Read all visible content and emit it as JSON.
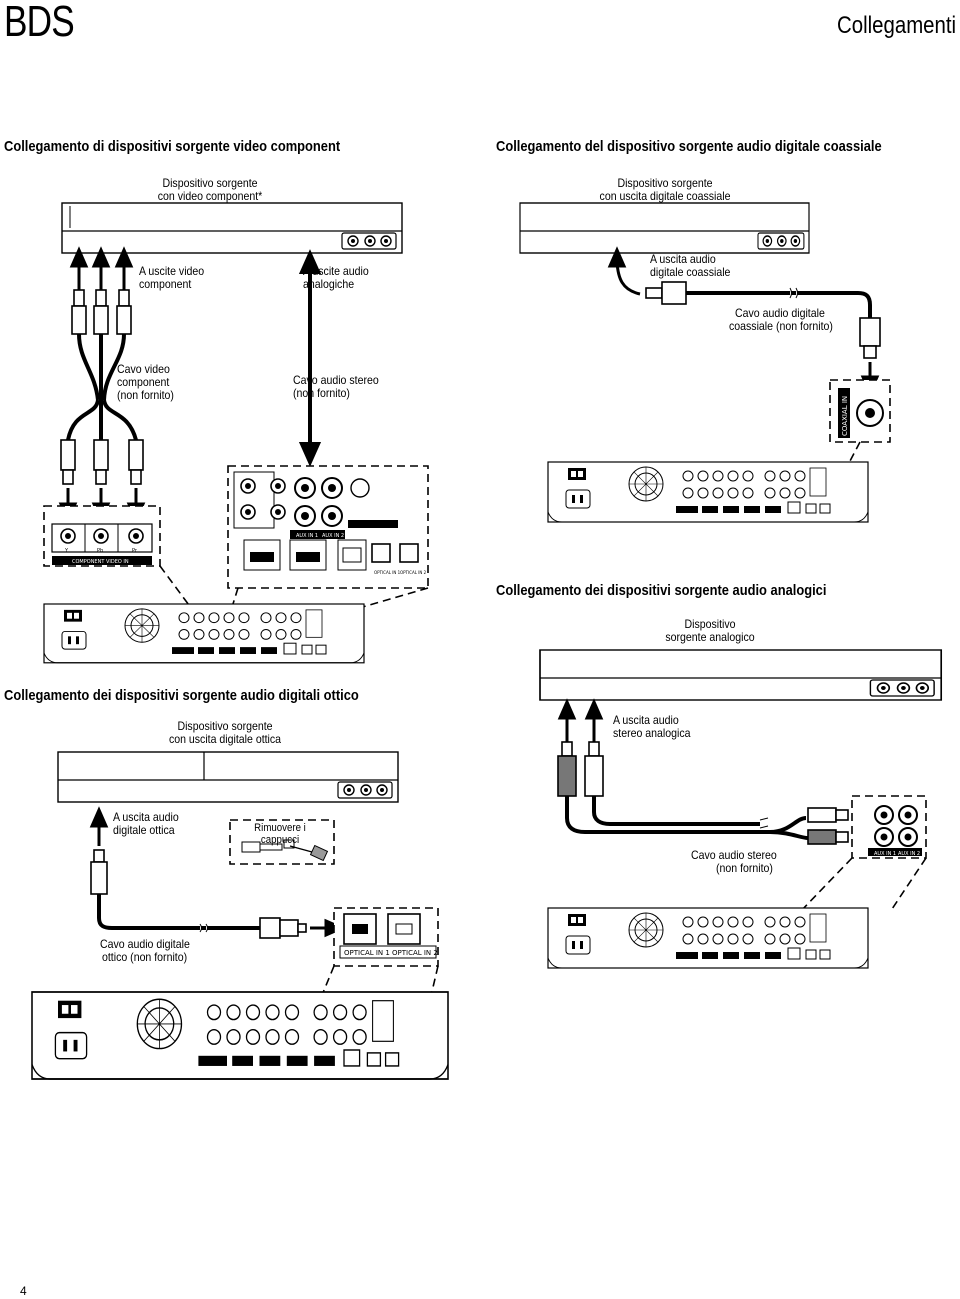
{
  "header": {
    "brand": "BDS",
    "title": "Collegamenti"
  },
  "sections": {
    "component": {
      "title": "Collegamento di dispositivi sorgente video component",
      "source_label_1": "Dispositivo sorgente",
      "source_label_2": "con video component*",
      "outputs_video_1": "A uscite video",
      "outputs_video_2": "component",
      "outputs_audio_1": "A uscite audio",
      "outputs_audio_2": "analogiche",
      "cable_video_1": "Cavo video",
      "cable_video_2": "component",
      "cable_video_3": "(non fornito)",
      "cable_audio_1": "Cavo audio stereo",
      "cable_audio_2": "(non fornito)",
      "panel_y": "Y",
      "panel_pb": "Pb",
      "panel_pr": "Pr",
      "panel_label": "COMPONENT VIDEO IN",
      "aux_in_1": "AUX IN 1",
      "aux_in_2": "AUX IN 2",
      "optical_in_1": "OPTICAL IN 1",
      "optical_in_2": "OPTICAL IN 2"
    },
    "coaxial": {
      "title": "Collegamento del dispositivo sorgente audio digitale coassiale",
      "source_label_1": "Dispositivo sorgente",
      "source_label_2": "con uscita digitale coassiale",
      "output_1": "A uscita audio",
      "output_2": "digitale coassiale",
      "cable_1": "Cavo audio digitale",
      "cable_2": "coassiale (non fornito)",
      "jack_label": "COAXIAL IN"
    },
    "analog": {
      "title": "Collegamento dei dispositivi sorgente audio analogici",
      "source_label_1": "Dispositivo",
      "source_label_2": "sorgente analogico",
      "output_1": "A uscita audio",
      "output_2": "stereo analogica",
      "cable_1": "Cavo audio stereo",
      "cable_2": "(non fornito)",
      "aux_in_1": "AUX IN 1",
      "aux_in_2": "AUX IN 2"
    },
    "optical": {
      "title": "Collegamento dei dispositivi sorgente audio digitali ottico",
      "source_label_1": "Dispositivo sorgente",
      "source_label_2": "con uscita digitale ottica",
      "output_1": "A uscita audio",
      "output_2": "digitale ottica",
      "remove_1": "Rimuovere i",
      "remove_2": "cappucci",
      "cable_1": "Cavo audio digitale",
      "cable_2": "ottico (non fornito)",
      "optical_in_1": "OPTICAL IN 1",
      "optical_in_2": "OPTICAL IN 2"
    }
  },
  "footer": {
    "page_number": "4"
  }
}
